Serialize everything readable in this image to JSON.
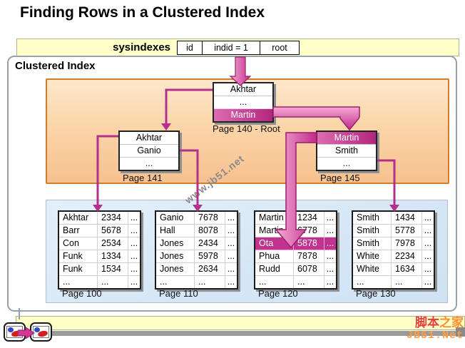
{
  "title": "Finding Rows in a Clustered Index",
  "sysindexes": {
    "label": "sysindexes",
    "columns": [
      "id",
      "indid = 1",
      "root"
    ]
  },
  "clustered_index": {
    "label": "Clustered Index",
    "root_node": {
      "rows": [
        "Akhtar",
        "...",
        "Martin"
      ],
      "highlight": 2,
      "caption": "Page 140 - Root"
    },
    "intermediate_nodes": [
      {
        "rows": [
          "Akhtar",
          "Ganio",
          "..."
        ],
        "caption": "Page 141"
      },
      {
        "rows": [
          "Martin",
          "Smith",
          "..."
        ],
        "highlight": 0,
        "caption": "Page 145"
      }
    ],
    "leaf_pages": [
      {
        "caption": "Page 100",
        "rows": [
          [
            "Akhtar",
            "2334",
            "..."
          ],
          [
            "Barr",
            "5678",
            "..."
          ],
          [
            "Con",
            "2534",
            "..."
          ],
          [
            "Funk",
            "1334",
            "..."
          ],
          [
            "Funk",
            "1534",
            "..."
          ],
          [
            "...",
            "...",
            "..."
          ]
        ]
      },
      {
        "caption": "Page 110",
        "rows": [
          [
            "Ganio",
            "7678",
            "..."
          ],
          [
            "Hall",
            "8078",
            "..."
          ],
          [
            "Jones",
            "2434",
            "..."
          ],
          [
            "Jones",
            "5978",
            "..."
          ],
          [
            "Jones",
            "2634",
            "..."
          ],
          [
            "...",
            "...",
            "..."
          ]
        ]
      },
      {
        "caption": "Page 120",
        "highlight": 2,
        "rows": [
          [
            "Martin",
            "1234",
            "..."
          ],
          [
            "Martin",
            "6778",
            "..."
          ],
          [
            "Ota",
            "5878",
            "..."
          ],
          [
            "Phua",
            "7878",
            "..."
          ],
          [
            "Rudd",
            "6078",
            "..."
          ],
          [
            "...",
            "...",
            "..."
          ]
        ]
      },
      {
        "caption": "Page 130",
        "rows": [
          [
            "Smith",
            "1434",
            "..."
          ],
          [
            "Smith",
            "5778",
            "..."
          ],
          [
            "Smith",
            "7978",
            "..."
          ],
          [
            "White",
            "2234",
            "..."
          ],
          [
            "White",
            "1634",
            "..."
          ],
          [
            "...",
            "...",
            "..."
          ]
        ]
      }
    ]
  },
  "watermark": "www.jb51.net",
  "footer": {
    "brand_cn_red": "脚本",
    "brand_cn_orange": "之家",
    "brand_en": "JB51.Net",
    "nav_icons": {
      "prev": "slide-thumbnail-icon",
      "arrow": "forward-arrow-icon",
      "next": "slide-thumbnail-icon"
    }
  },
  "colors": {
    "accent_magenta": "#c2308f",
    "fat_arrow_light": "#f4aad3",
    "fat_arrow_dark": "#c12b8c",
    "highlight_row": "#c23390",
    "orange_fill": "#fbd5a8",
    "orange_border": "#d07c2c",
    "panel_blue": "#d9eaf7",
    "band_yellow": "#ffffc8",
    "brand_red": "#e3403d",
    "brand_orange": "#ff8c2e",
    "watermark_gray": "#8a8a8a"
  }
}
